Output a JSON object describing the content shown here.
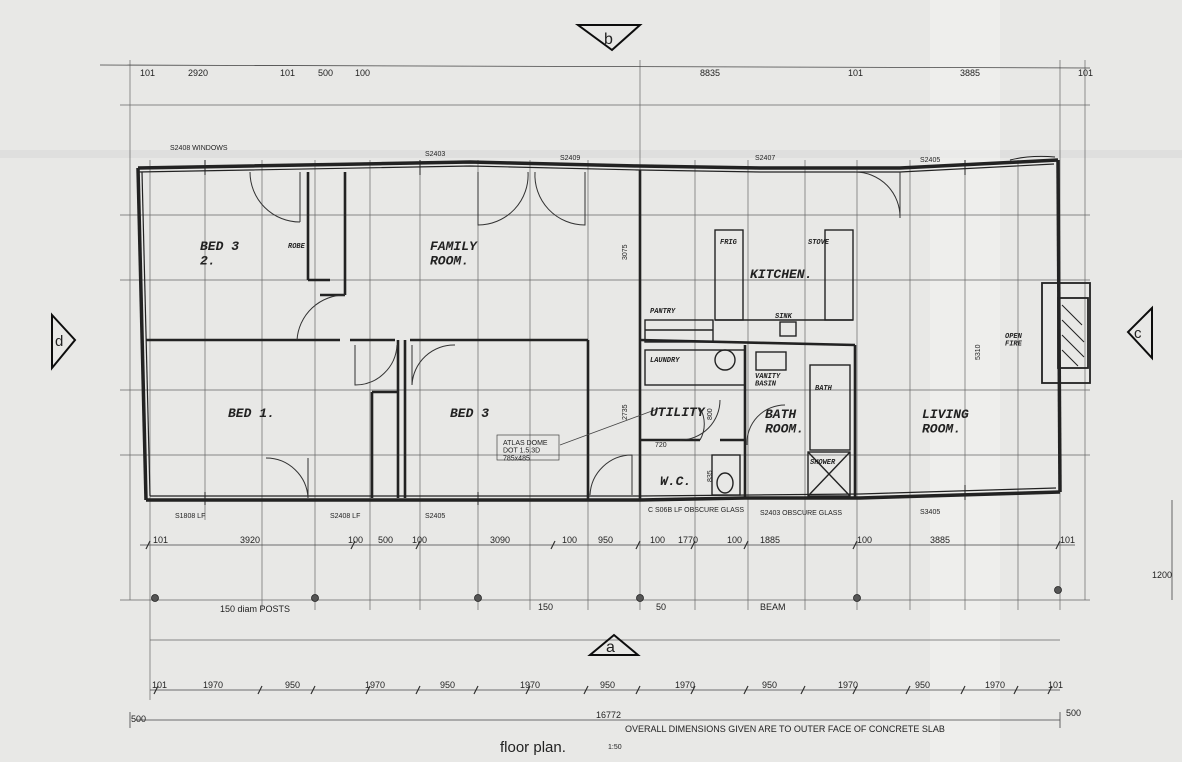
{
  "title": {
    "main": "floor plan.",
    "scale": "1:50"
  },
  "note": "OVERALL DIMENSIONS GIVEN ARE TO OUTER FACE OF CONCRETE SLAB",
  "section_markers": {
    "top": "b",
    "bottom": "a",
    "left": "d",
    "right": "c"
  },
  "rooms": {
    "bed2": "BED 3\n2.",
    "robe": "ROBE",
    "family": "FAMILY\nROOM.",
    "kitchen": "KITCHEN.",
    "pantry": "PANTRY",
    "laundry": "LAUNDRY",
    "utility": "UTILITY",
    "bathroom": "BATH\nROOM.",
    "bath": "BATH",
    "vanity": "VANITY\nBASIN",
    "shower": "SHOWER",
    "wc": "W.C.",
    "bed1": "BED 1.",
    "bed3": "BED 3",
    "living": "LIVING\nROOM.",
    "fire": "OPEN\nFIRE",
    "stove": "STOVE",
    "fridge": "FRIG",
    "sink": "SINK"
  },
  "top_dims": [
    "101",
    "2920",
    "101",
    "500",
    "100",
    "8835",
    "101",
    "3885",
    "101"
  ],
  "inner_dims": {
    "d1": "3075",
    "d2": "2735",
    "d3": "5310",
    "d4": "800",
    "d5": "720",
    "d6": "835"
  },
  "window_labels": [
    "S2408 WINDOWS",
    "S2403",
    "S2409",
    "S2407",
    "S1808 LF",
    "S2408 LF",
    "S2405",
    "S2405",
    "C S06B LF OBSCURE GLASS",
    "S2403 OBSCURE GLASS",
    "S3405"
  ],
  "bottom_dims_1": [
    "101",
    "3920",
    "100",
    "500",
    "100",
    "3090",
    "100",
    "950",
    "100",
    "1770",
    "100",
    "1885",
    "100",
    "3885",
    "101"
  ],
  "posts_row": [
    "150 diam POSTS",
    "150",
    "50",
    "BEAM"
  ],
  "bottom_dims_2": [
    "101",
    "1970",
    "950",
    "1970",
    "950",
    "1970",
    "950",
    "1970",
    "950",
    "1970",
    "950",
    "1970",
    "101"
  ],
  "overall": {
    "left": "500",
    "middle": "16772",
    "right": "500"
  },
  "side_dims": {
    "right": "1200"
  },
  "note_box": "ATLAS DOME\nDOT 1.5.3D\n785x485"
}
